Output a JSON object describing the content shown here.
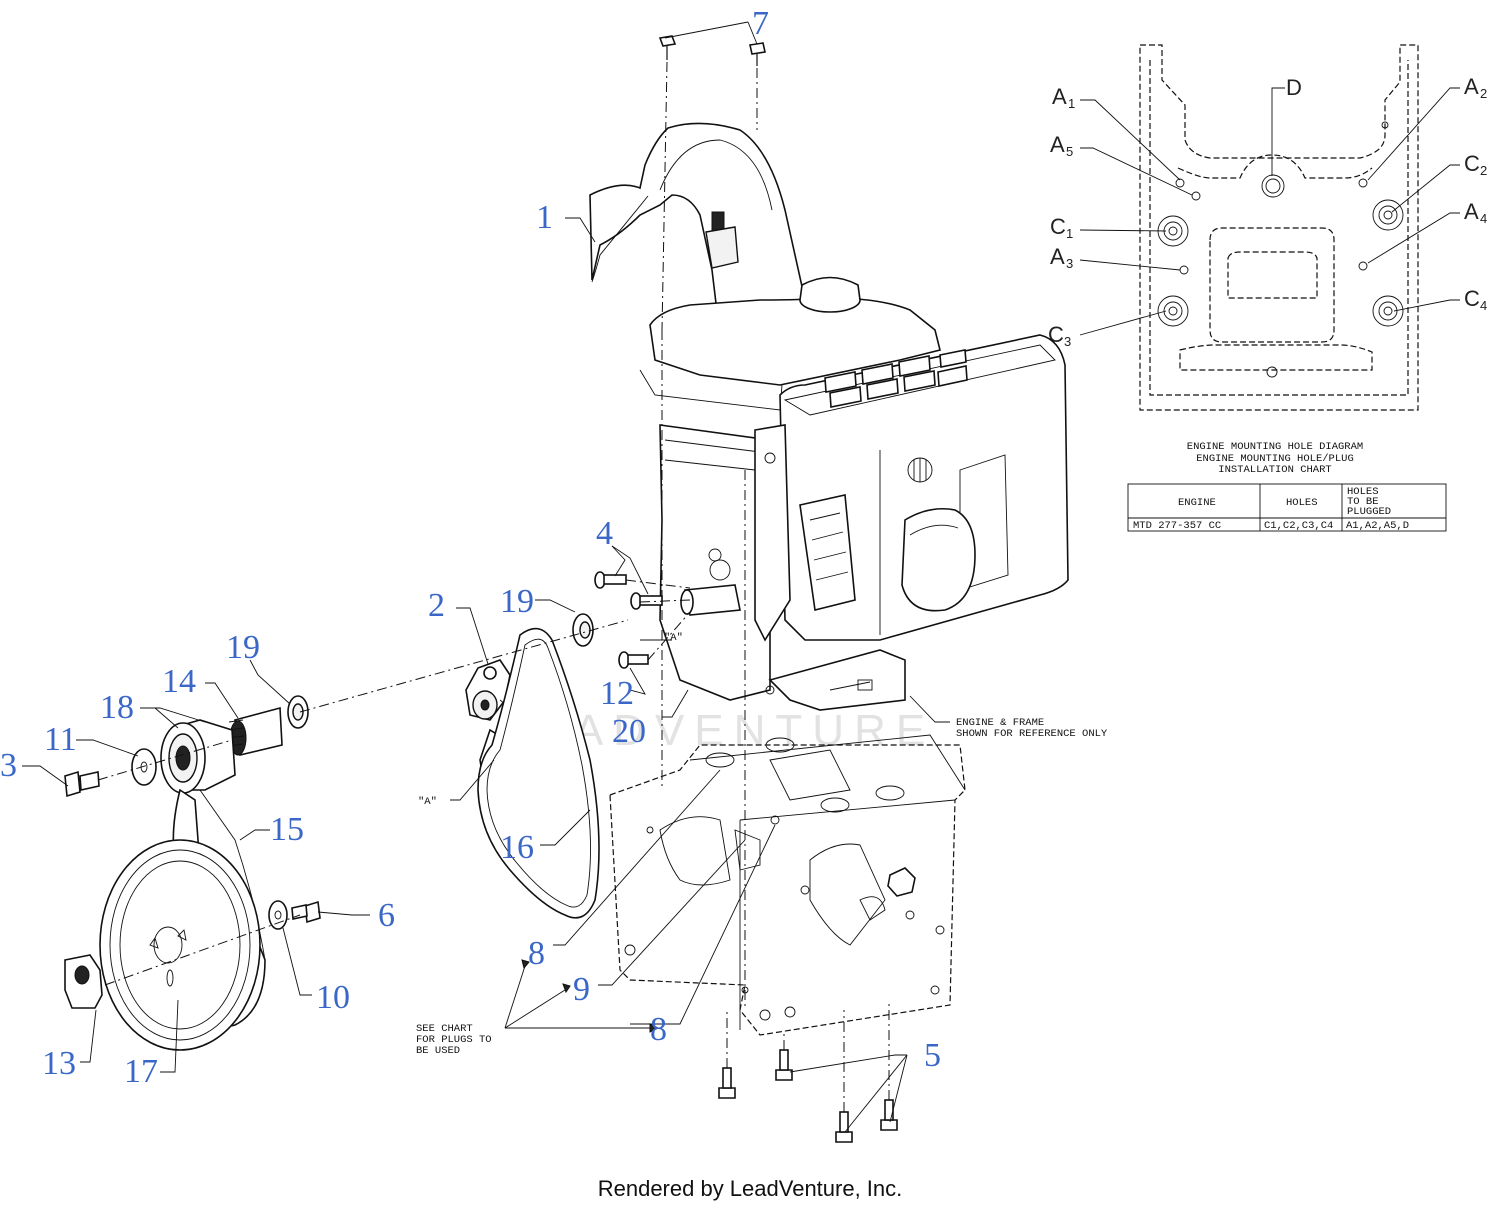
{
  "callouts": {
    "c1": "1",
    "c2": "2",
    "c3": "3",
    "c4": "4",
    "c5": "5",
    "c6": "6",
    "c7": "7",
    "c8a": "8",
    "c8b": "8",
    "c9": "9",
    "c10": "10",
    "c11": "11",
    "c12": "12",
    "c13": "13",
    "c14": "14",
    "c15": "15",
    "c16": "16",
    "c17": "17",
    "c18": "18",
    "c19a": "19",
    "c19b": "19",
    "c20": "20"
  },
  "notes": {
    "a_left": "\"A\"",
    "a_right": "\"A\"",
    "engine_frame_1": "ENGINE & FRAME",
    "engine_frame_2": "SHOWN FOR REFERENCE ONLY",
    "see_chart_1": "SEE CHART",
    "see_chart_2": "FOR PLUGS TO",
    "see_chart_3": "BE USED",
    "watermark": "LEADVENTURE"
  },
  "hole_diagram": {
    "labels": {
      "a1": "A",
      "a1s": "1",
      "a2": "A",
      "a2s": "2",
      "a3": "A",
      "a3s": "3",
      "a4": "A",
      "a4s": "4",
      "a5": "A",
      "a5s": "5",
      "c1": "C",
      "c1s": "1",
      "c2": "C",
      "c2s": "2",
      "c3": "C",
      "c3s": "3",
      "c4": "C",
      "c4s": "4",
      "d": "D"
    },
    "title1": "ENGINE MOUNTING HOLE DIAGRAM",
    "title2": "ENGINE MOUNTING HOLE/PLUG",
    "title3": "INSTALLATION CHART"
  },
  "chart_table": {
    "header_engine": "ENGINE",
    "header_holes": "HOLES",
    "header_plugged_1": "HOLES",
    "header_plugged_2": "TO BE",
    "header_plugged_3": "PLUGGED",
    "row_engine": "MTD 277-357 CC",
    "row_holes": "C1,C2,C3,C4",
    "row_plugged": "A1,A2,A5,D"
  },
  "footer": "Rendered by LeadVenture, Inc."
}
